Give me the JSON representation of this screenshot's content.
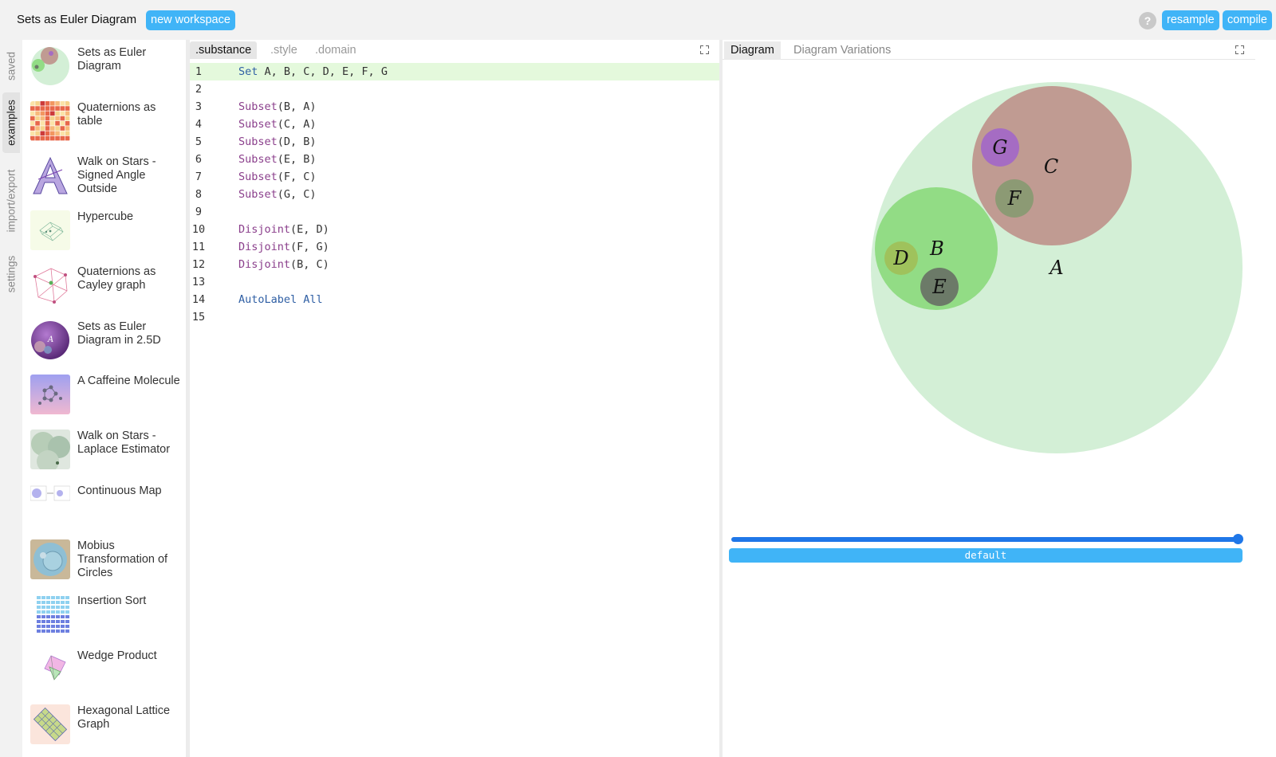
{
  "header": {
    "title": "Sets as Euler Diagram",
    "new_workspace": "new workspace",
    "help": "?",
    "resample": "resample",
    "compile": "compile"
  },
  "side_tabs": [
    "saved",
    "examples",
    "import/export",
    "settings"
  ],
  "examples": [
    {
      "label": "Sets as Euler Diagram",
      "thumb": "euler-thumb"
    },
    {
      "label": "Quaternions as table",
      "thumb": "quaternion-table-thumb"
    },
    {
      "label": "Walk on Stars - Signed Angle Outside",
      "thumb": "walk-stars-thumb"
    },
    {
      "label": "Hypercube",
      "thumb": "hypercube-thumb"
    },
    {
      "label": "Quaternions as Cayley graph",
      "thumb": "cayley-graph-thumb"
    },
    {
      "label": "Sets as Euler Diagram in 2.5D",
      "thumb": "euler-3d-thumb"
    },
    {
      "label": "A Caffeine Molecule",
      "thumb": "caffeine-thumb"
    },
    {
      "label": "Walk on Stars - Laplace Estimator",
      "thumb": "laplace-thumb"
    },
    {
      "label": "Continuous Map",
      "thumb": "continuous-map-thumb"
    },
    {
      "label": "Mobius Transformation of Circles",
      "thumb": "mobius-thumb"
    },
    {
      "label": "Insertion Sort",
      "thumb": "insertion-sort-thumb"
    },
    {
      "label": "Wedge Product",
      "thumb": "wedge-product-thumb"
    },
    {
      "label": "Hexagonal Lattice Graph",
      "thumb": "hex-lattice-thumb"
    }
  ],
  "editor": {
    "tabs": [
      ".substance",
      ".style",
      ".domain"
    ],
    "lines": [
      {
        "n": "1",
        "parts": [
          {
            "t": "Set ",
            "c": "kw"
          },
          {
            "t": "A, B, C, D, E, F, G",
            "c": ""
          }
        ]
      },
      {
        "n": "2",
        "parts": []
      },
      {
        "n": "3",
        "parts": [
          {
            "t": "Subset",
            "c": "fn"
          },
          {
            "t": "(B, A)",
            "c": ""
          }
        ]
      },
      {
        "n": "4",
        "parts": [
          {
            "t": "Subset",
            "c": "fn"
          },
          {
            "t": "(C, A)",
            "c": ""
          }
        ]
      },
      {
        "n": "5",
        "parts": [
          {
            "t": "Subset",
            "c": "fn"
          },
          {
            "t": "(D, B)",
            "c": ""
          }
        ]
      },
      {
        "n": "6",
        "parts": [
          {
            "t": "Subset",
            "c": "fn"
          },
          {
            "t": "(E, B)",
            "c": ""
          }
        ]
      },
      {
        "n": "7",
        "parts": [
          {
            "t": "Subset",
            "c": "fn"
          },
          {
            "t": "(F, C)",
            "c": ""
          }
        ]
      },
      {
        "n": "8",
        "parts": [
          {
            "t": "Subset",
            "c": "fn"
          },
          {
            "t": "(G, C)",
            "c": ""
          }
        ]
      },
      {
        "n": "9",
        "parts": []
      },
      {
        "n": "10",
        "parts": [
          {
            "t": "Disjoint",
            "c": "fn"
          },
          {
            "t": "(E, D)",
            "c": ""
          }
        ]
      },
      {
        "n": "11",
        "parts": [
          {
            "t": "Disjoint",
            "c": "fn"
          },
          {
            "t": "(F, G)",
            "c": ""
          }
        ]
      },
      {
        "n": "12",
        "parts": [
          {
            "t": "Disjoint",
            "c": "fn"
          },
          {
            "t": "(B, C)",
            "c": ""
          }
        ]
      },
      {
        "n": "13",
        "parts": []
      },
      {
        "n": "14",
        "parts": [
          {
            "t": "AutoLabel All",
            "c": "kw"
          }
        ]
      },
      {
        "n": "15",
        "parts": []
      }
    ]
  },
  "diagram_panel": {
    "tabs": [
      "Diagram",
      "Diagram Variations"
    ],
    "variation_button": "default",
    "labels": [
      "A",
      "B",
      "C",
      "D",
      "E",
      "F",
      "G"
    ]
  },
  "colors": {
    "accent": "#40b4f7",
    "slider": "#1f77e8",
    "set_a": "#d3efd6",
    "set_b": "#92dc85",
    "set_c": "#c09b92",
    "set_d": "#9fc25c",
    "set_e": "#6c7a68",
    "set_f": "#8c9a74",
    "set_g": "#a56cc3"
  }
}
